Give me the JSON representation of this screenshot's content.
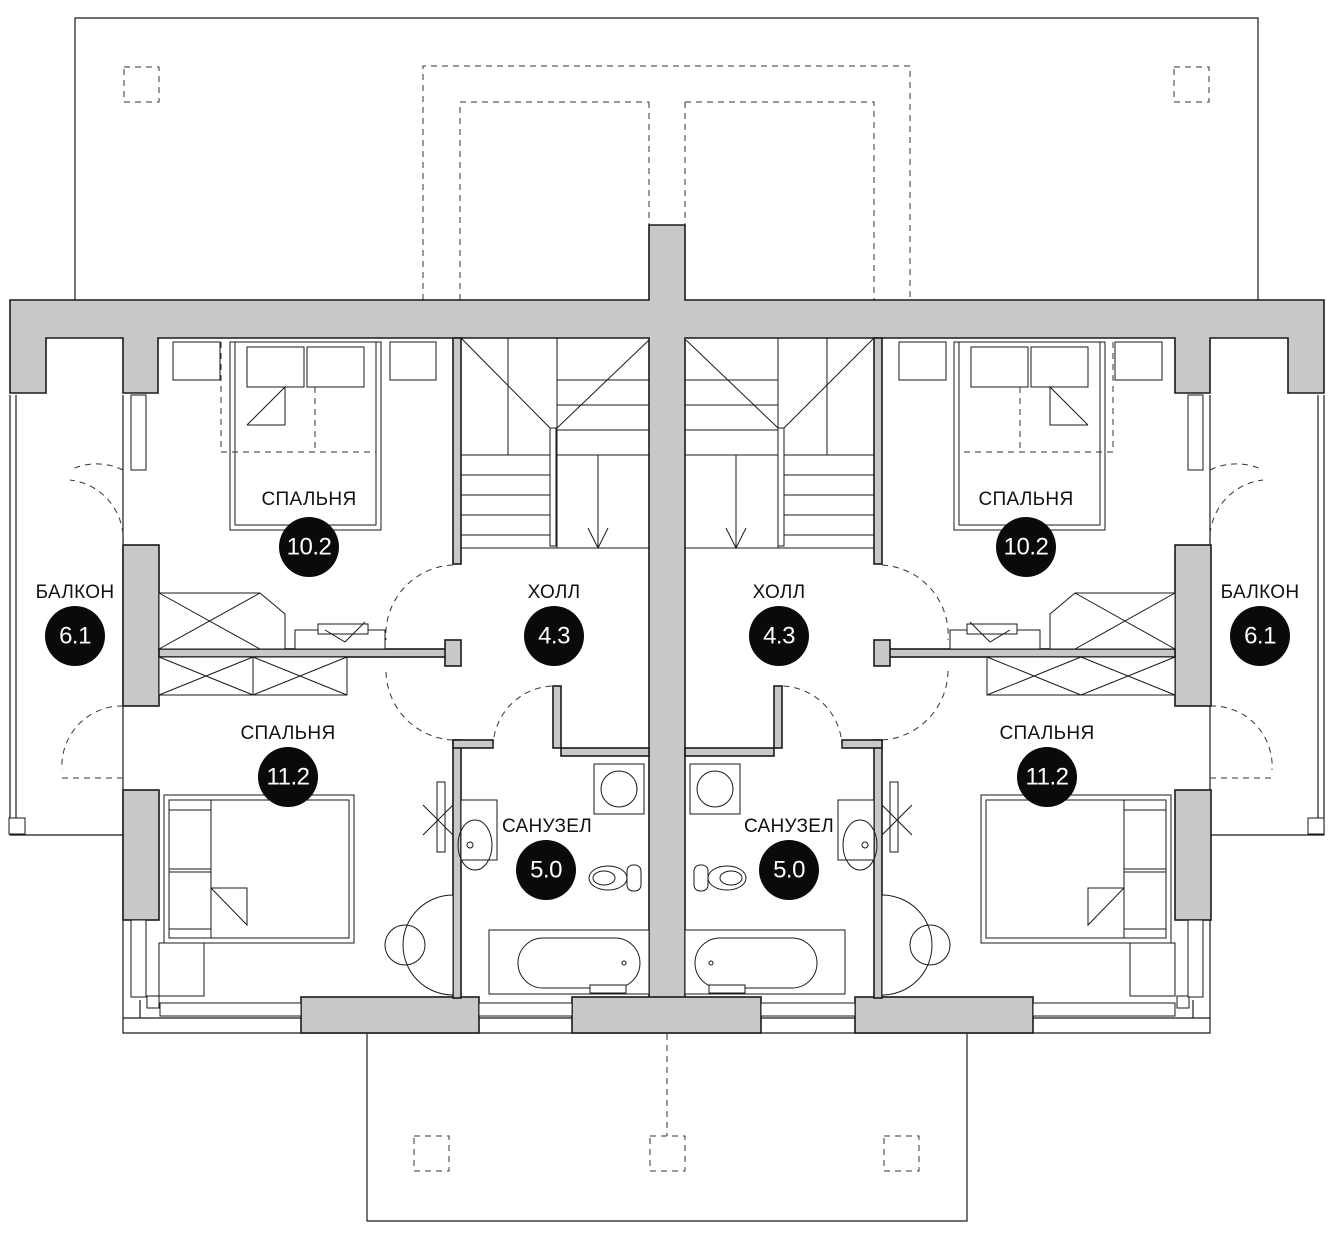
{
  "rooms": [
    {
      "id": "bedroom-top-left",
      "name": "СПАЛЬНЯ",
      "area": "10.2"
    },
    {
      "id": "bedroom-bottom-left",
      "name": "СПАЛЬНЯ",
      "area": "11.2"
    },
    {
      "id": "balcony-left",
      "name": "БАЛКОН",
      "area": "6.1"
    },
    {
      "id": "hall-left",
      "name": "ХОЛЛ",
      "area": "4.3"
    },
    {
      "id": "bathroom-left",
      "name": "САНУЗЕЛ",
      "area": "5.0"
    },
    {
      "id": "hall-right",
      "name": "ХОЛЛ",
      "area": "4.3"
    },
    {
      "id": "bathroom-right",
      "name": "САНУЗЕЛ",
      "area": "5.0"
    },
    {
      "id": "bedroom-top-right",
      "name": "СПАЛЬНЯ",
      "area": "10.2"
    },
    {
      "id": "balcony-right",
      "name": "БАЛКОН",
      "area": "6.1"
    },
    {
      "id": "bedroom-bottom-right",
      "name": "СПАЛЬНЯ",
      "area": "11.2"
    }
  ],
  "colors": {
    "wall_fill": "#c8c8c8",
    "line": "#1a1a1a",
    "badge": "#0a0a0a",
    "badge_text": "#ffffff"
  }
}
